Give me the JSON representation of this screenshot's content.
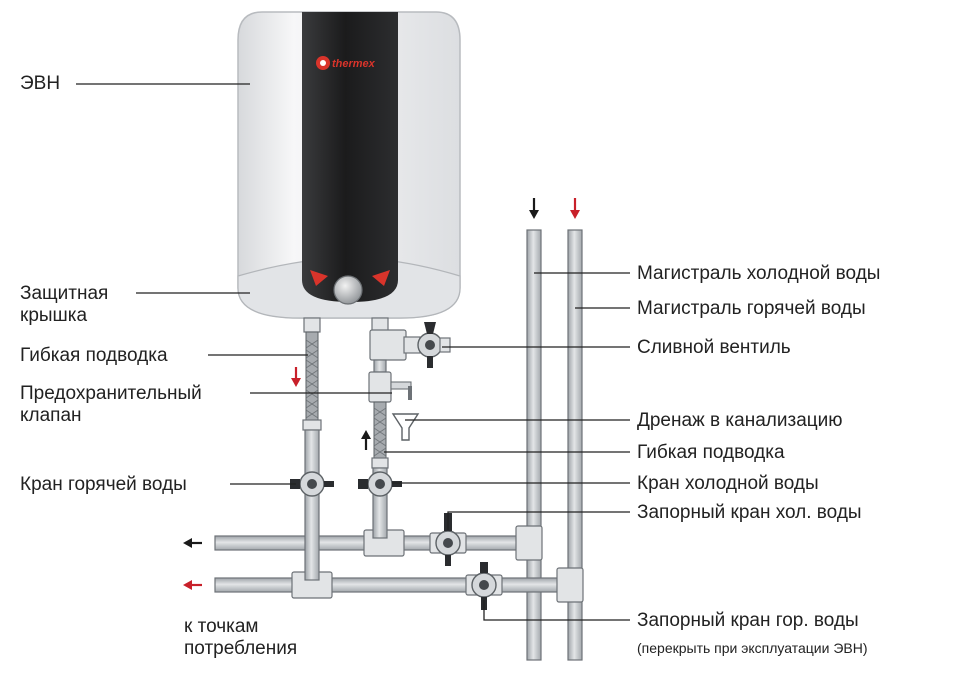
{
  "heater": {
    "brand": "thermex",
    "body_color": "#e9eaec",
    "panel_color": "#1f1f20",
    "accent_color": "#d9342b"
  },
  "labels": {
    "evn": "ЭВН",
    "protective_cover": [
      "Защитная",
      "крышка"
    ],
    "flex_hose_left": "Гибкая подводка",
    "safety_valve": [
      "Предохранительный",
      "клапан"
    ],
    "hot_tap": "Кран горячей воды",
    "to_consumers": [
      "к точкам",
      "потребления"
    ],
    "cold_main": "Магистраль холодной воды",
    "hot_main": "Магистраль горячей воды",
    "drain_valve": "Сливной вентиль",
    "sewer_drain": "Дренаж в канализацию",
    "flex_hose_right": "Гибкая подводка",
    "cold_tap": "Кран холодной воды",
    "cold_shutoff": "Запорный кран хол. воды",
    "hot_shutoff": "Запорный кран гор. воды",
    "hot_shutoff_note": "(перекрыть при эксплуатации ЭВН)"
  },
  "arrows": {
    "cold_color": "#1a1a1a",
    "hot_color": "#c8202a",
    "icons": [
      "arrow-down-icon",
      "arrow-up-icon",
      "arrow-left-icon"
    ]
  }
}
